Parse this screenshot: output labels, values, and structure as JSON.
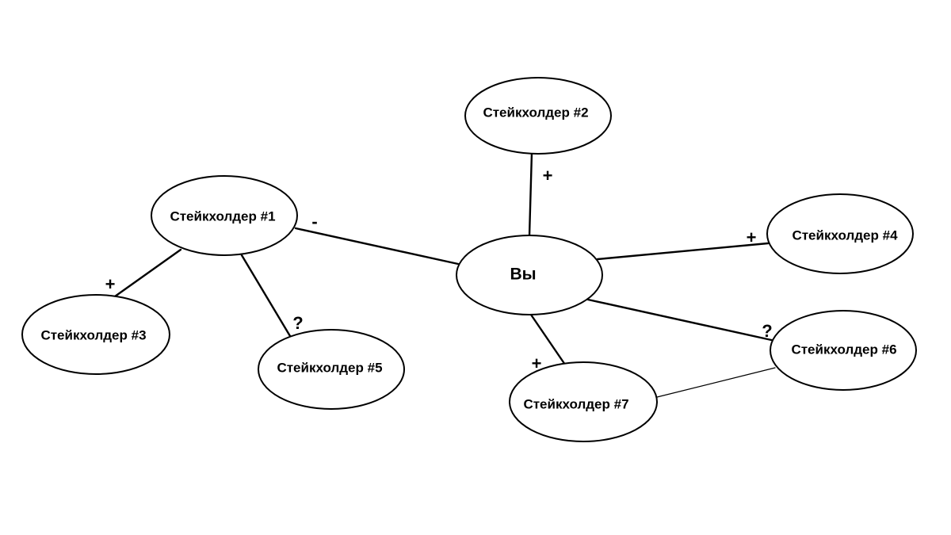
{
  "diagram": {
    "center": {
      "label": "Вы"
    },
    "stakeholders": [
      {
        "id": "s1",
        "label": "Стейкхолдер #1"
      },
      {
        "id": "s2",
        "label": "Стейкхолдер #2"
      },
      {
        "id": "s3",
        "label": "Стейкхолдер #3"
      },
      {
        "id": "s4",
        "label": "Стейкхолдер #4"
      },
      {
        "id": "s5",
        "label": "Стейкхолдер #5"
      },
      {
        "id": "s6",
        "label": "Стейкхолдер #6"
      },
      {
        "id": "s7",
        "label": "Стейкхолдер #7"
      }
    ],
    "relations": [
      {
        "from": "center",
        "to": "s1",
        "sign": "-"
      },
      {
        "from": "center",
        "to": "s2",
        "sign": "+"
      },
      {
        "from": "center",
        "to": "s4",
        "sign": "+"
      },
      {
        "from": "center",
        "to": "s6",
        "sign": "?"
      },
      {
        "from": "center",
        "to": "s7",
        "sign": "+"
      },
      {
        "from": "s1",
        "to": "s3",
        "sign": "+"
      },
      {
        "from": "s1",
        "to": "s5",
        "sign": "?"
      },
      {
        "from": "s7",
        "to": "s6",
        "sign": ""
      }
    ]
  }
}
